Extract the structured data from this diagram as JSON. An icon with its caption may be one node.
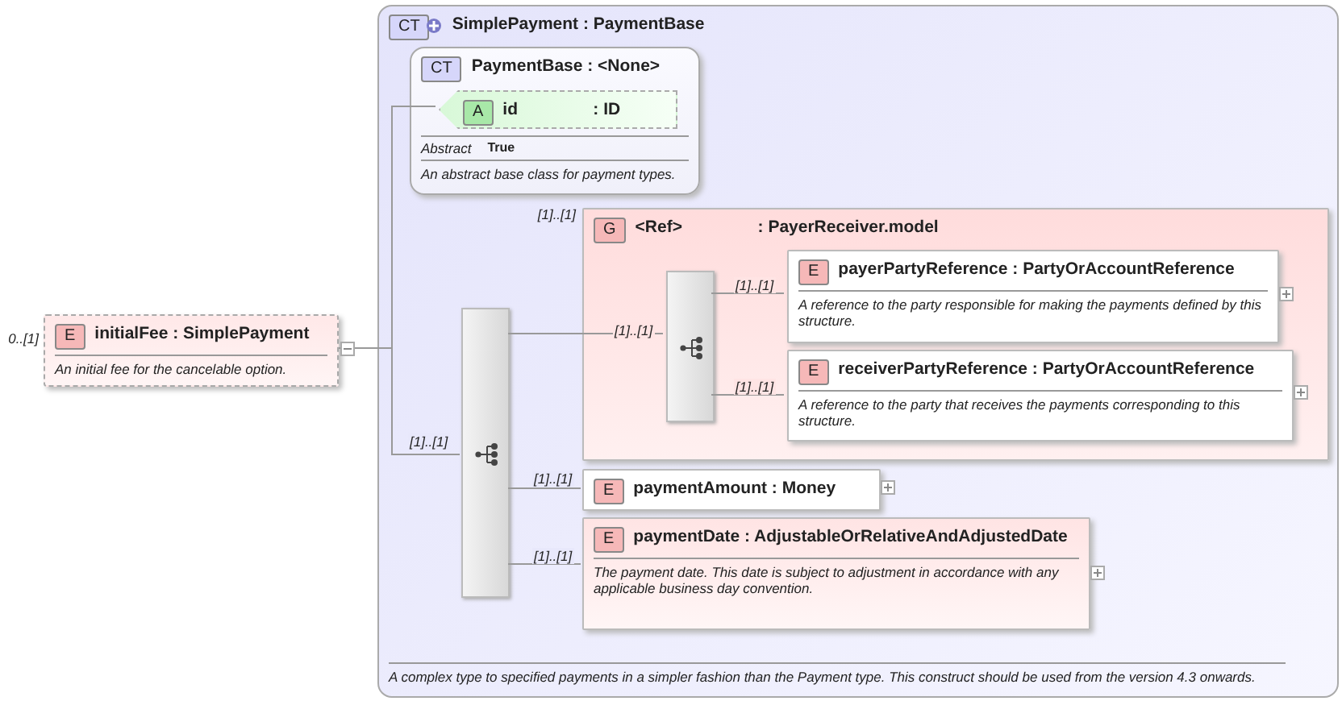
{
  "diagram": {
    "nodes": [
      {
        "text": [
          "E",
          "initialFee : SimplePayment",
          "An initial fee for the cancelable option."
        ],
        "beside": [
          "0..[1]"
        ]
      },
      {
        "text": [
          "CT",
          "SimplePayment : PaymentBase",
          "A complex type to specified payments in a simpler fashion than the Payment type. This construct should be used from the version 4.3 onwards."
        ]
      },
      {
        "text": [
          "CT",
          "PaymentBase : <None>",
          "Abstract",
          "True",
          "An abstract base class for payment types."
        ],
        "in": 1
      },
      {
        "text": [
          "A",
          "id",
          ": ID"
        ],
        "in": 2
      },
      {
        "text": [],
        "shape": "bar",
        "in": 1
      },
      {
        "text": [
          "G",
          "<Ref>",
          ": PayerReceiver.model"
        ],
        "beside": [
          "[1]..[1]"
        ],
        "in": 1
      },
      {
        "text": [],
        "shape": "bar",
        "in": 5
      },
      {
        "text": [
          "E",
          "payerPartyReference : PartyOrAccountReference",
          "A reference to the party responsible for making the payments defined by this structure."
        ],
        "in": 5
      },
      {
        "text": [
          "E",
          "receiverPartyReference : PartyOrAccountReference",
          "A reference to the party that receives the payments corresponding to this structure."
        ],
        "in": 5
      },
      {
        "text": [
          "E",
          "paymentAmount : Money"
        ],
        "in": 1
      },
      {
        "text": [
          "E",
          "paymentDate : AdjustableOrRelativeAndAdjustedDate",
          "The payment date. This date is subject to adjustment in accordance with any applicable business day convention."
        ],
        "in": 1
      }
    ],
    "edges": [
      {
        "from": 0,
        "to": 3,
        "arrow": "none"
      },
      {
        "from": 0,
        "to": 4,
        "arrow": "none",
        "label": "[1]..[1]"
      },
      {
        "from": 4,
        "to": 6,
        "arrow": "none",
        "label": "[1]..[1]"
      },
      {
        "from": 6,
        "to": 7,
        "arrow": "none",
        "label": "[1]..[1]"
      },
      {
        "from": 6,
        "to": 8,
        "arrow": "none",
        "label": "[1]..[1]"
      },
      {
        "from": 4,
        "to": 9,
        "arrow": "none",
        "label": "[1]..[1]"
      },
      {
        "from": 4,
        "to": 10,
        "arrow": "none",
        "label": "[1]..[1]"
      }
    ]
  }
}
